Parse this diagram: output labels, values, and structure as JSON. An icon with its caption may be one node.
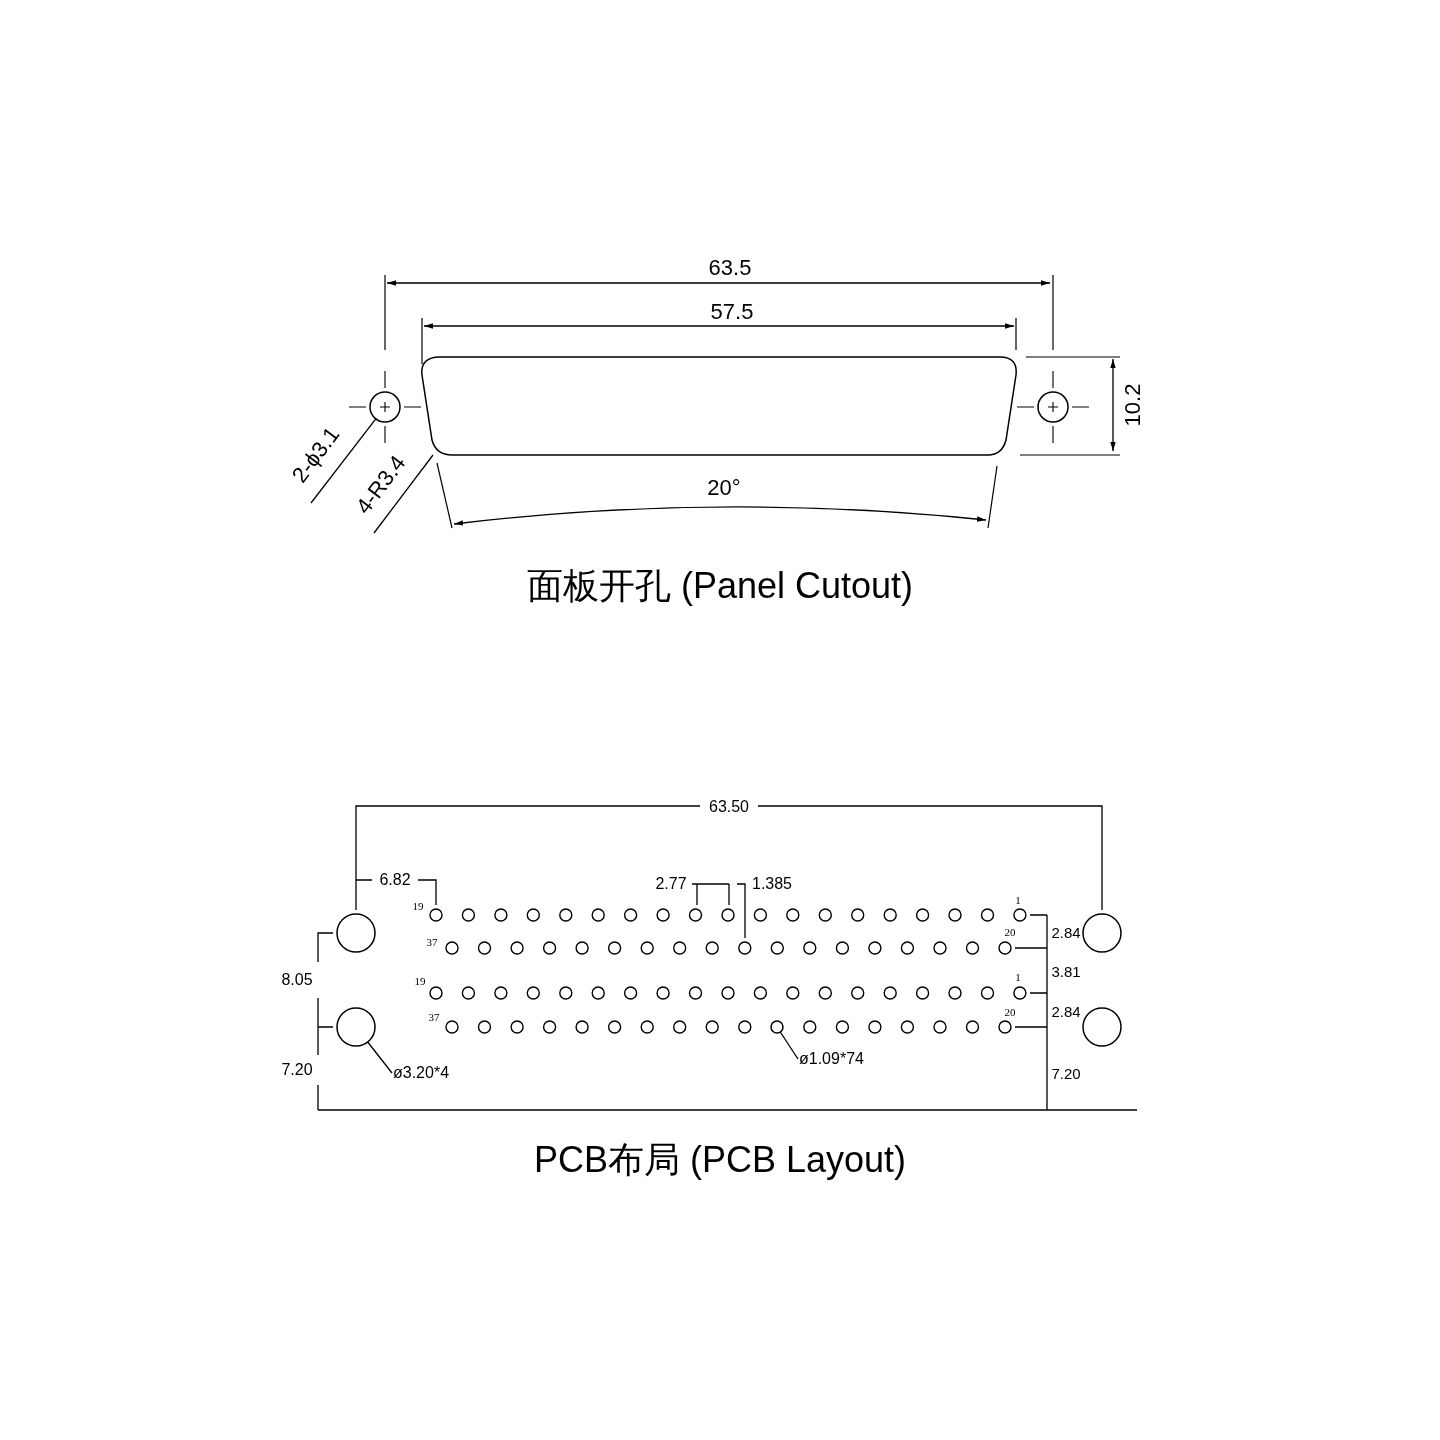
{
  "diagram": {
    "nodes": [
      {
        "text": [
          "2-ϕ3.1"
        ]
      },
      {
        "text": [],
        "shape": "circle"
      },
      {
        "text": [
          "4-R3.4"
        ]
      },
      {
        "text": [],
        "shape": "box"
      },
      {
        "text": [],
        "shape": "circle"
      },
      {
        "text": [],
        "shape": "circle"
      },
      {
        "text": [],
        "shape": "circle"
      },
      {
        "text": [
          "ø3.20*4"
        ]
      },
      {
        "text": [],
        "shape": "circle"
      },
      {
        "text": [],
        "shape": "circle"
      },
      {
        "text": [
          "ø1.09*74"
        ]
      },
      {
        "text": [],
        "shape": "circle"
      }
    ],
    "edges": [
      {
        "from": 0,
        "to": 1,
        "arrow": "none"
      },
      {
        "from": 2,
        "to": 3,
        "arrow": "none"
      },
      {
        "from": 7,
        "to": 8,
        "arrow": "none"
      },
      {
        "from": 10,
        "to": 11,
        "arrow": "none"
      }
    ],
    "labels": [
      "63.5",
      "57.5",
      "10.2",
      "20°",
      "面板开孔 (Panel Cutout)",
      "63.50",
      "6.82",
      "2.77",
      "1.385",
      "19",
      "1",
      "37",
      "20",
      "2.84",
      "8.05",
      "19",
      "1",
      "3.81",
      "37",
      "20",
      "2.84",
      "7.20",
      "7.20",
      "PCB布局 (PCB Layout)"
    ]
  }
}
